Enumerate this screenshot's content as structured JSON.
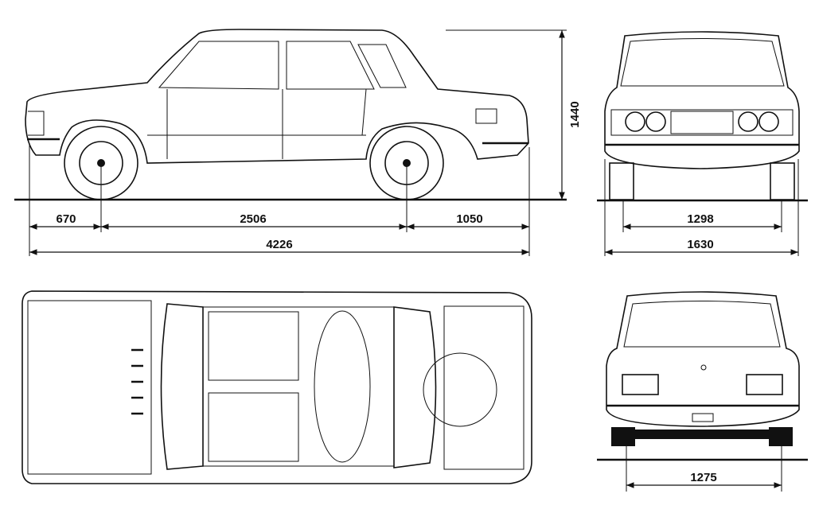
{
  "dimensions": {
    "front_overhang": "670",
    "wheelbase": "2506",
    "rear_overhang": "1050",
    "overall_length": "4226",
    "height": "1440",
    "front_track": "1298",
    "overall_width": "1630",
    "rear_track": "1275"
  },
  "colors": {
    "ink": "#111111",
    "paper": "#ffffff"
  }
}
